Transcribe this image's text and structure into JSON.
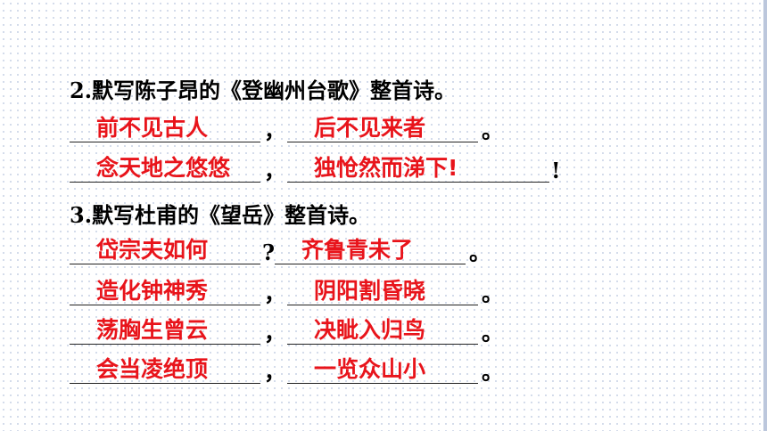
{
  "questions": [
    {
      "title": "2.默写陈子昂的《登幽州台歌》整首诗。",
      "rows": [
        {
          "a1": "前不见古人",
          "p1": "，",
          "a2": "后不见来者",
          "p2": "。"
        },
        {
          "a1": "念天地之悠悠",
          "p1": "，",
          "a2": "独怆然而涕下!",
          "p2": "!"
        }
      ]
    },
    {
      "title": "3.默写杜甫的《望岳》整首诗。",
      "rows": [
        {
          "a1": "岱宗夫如何",
          "p1": "?",
          "a2": "齐鲁青未了",
          "p2": "。"
        },
        {
          "a1": "造化钟神秀",
          "p1": "，",
          "a2": "阴阳割昏晓",
          "p2": "。"
        },
        {
          "a1": "荡胸生曾云",
          "p1": "，",
          "a2": "决眦入归鸟",
          "p2": "。"
        },
        {
          "a1": "会当凌绝顶",
          "p1": "，",
          "a2": "一览众山小",
          "p2": "。"
        }
      ]
    }
  ]
}
